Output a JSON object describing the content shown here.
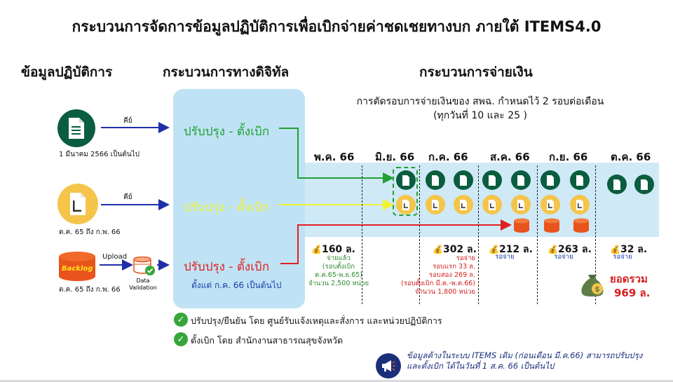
{
  "title": "กระบวนการจัดการข้อมูลปฏิบัติการเพื่อเบิกจ่ายค่าชดเชยทางบก ภายใต้ ITEMS4.0",
  "headers": {
    "data": "ข้อมูลปฏิบัติการ",
    "digital": "กระบวนการทางดิจิทัล",
    "payment": "กระบวนการจ่ายเงิน"
  },
  "sources": [
    {
      "icon": "document-icon",
      "arrow_label": "คีย์",
      "caption": "1 มีนาคม 2566 เป็นต้นไป"
    },
    {
      "icon": "paper-icon",
      "arrow_label": "คีย์",
      "caption": "ต.ค. 65 ถึง ก.พ. 66"
    },
    {
      "icon": "backlog-database-icon",
      "db_label": "Backlog",
      "arrow_label": "Upload",
      "validation_label": "Data\nValidation",
      "caption": "ต.ค. 65 ถึง ก.พ. 66"
    }
  ],
  "steps": [
    {
      "label": "ปรับปรุง - ตั้งเบิก",
      "color": "#22a033"
    },
    {
      "label": "ปรับปรุง - ตั้งเบิก",
      "color": "#ffff33"
    },
    {
      "label": "ปรับปรุง - ตั้งเบิก",
      "color": "#e02020",
      "sub": "ตั้งแต่ ก.ค. 66 เป็นต้นไป",
      "sub_color": "#1a3fa8"
    }
  ],
  "payment_note": "การตัดรอบการจ่ายเงินของ สพฉ. กำหนดไว้ 2 รอบต่อเดือน\n(ทุกวันที่ 10 และ 25 )",
  "months": [
    "พ.ค. 66",
    "มิ.ย. 66",
    "ก.ค. 66",
    "ส.ค. 66",
    "ก.ย. 66",
    "ต.ค. 66"
  ],
  "amounts": [
    {
      "value": "160 ล.",
      "notes": [
        "จ่ายแล้ว",
        "(รอบตั้งเบิก",
        "ต.ค.65-พ.ย.65)",
        "จำนวน 2,500 หน่วย"
      ],
      "color": "#2f8a2f"
    },
    {
      "value": "302 ล.",
      "notes": [
        "รอจ่าย",
        "รอบแรก 33 ล.",
        "รอบสอง 269 ล.",
        "(รอบตั้งเบิก มี.ค.-พ.ค.66)",
        "จำนวน 1,800 หน่วย"
      ],
      "color": "#d62020"
    },
    {
      "value": "212 ล.",
      "notes": [
        "รอจ่าย"
      ],
      "color": "#1a3fa8"
    },
    {
      "value": "263 ล.",
      "notes": [
        "รอจ่าย"
      ],
      "color": "#1a3fa8"
    },
    {
      "value": "32 ล.",
      "notes": [
        "รอจ่าย"
      ],
      "color": "#1a3fa8"
    }
  ],
  "total": {
    "label": "ยอดรวม",
    "value": "969 ล.",
    "color": "#d62020"
  },
  "checks": [
    "ปรับปรุง/ยืนยัน โดย ศูนย์รับแจ้งเหตุและสั่งการ และหน่วยปฏิบัติการ",
    "ตั้งเบิก โดย สำนักงานสาธารณสุขจังหวัด"
  ],
  "announcement": "ข้อมูลค้างในระบบ ITEMS เดิม (ก่อนเดือน มี.ค.66) สามารถปรับปรุง\nและตั้งเบิก ได้ในวันที่ 1 ส.ค. 66 เป็นต้นไป",
  "colors": {
    "green_dark": "#0a5d3f",
    "yellow": "#f4c54a",
    "blue_arrow": "#1f2fa8",
    "box": "#bfe3f4"
  }
}
